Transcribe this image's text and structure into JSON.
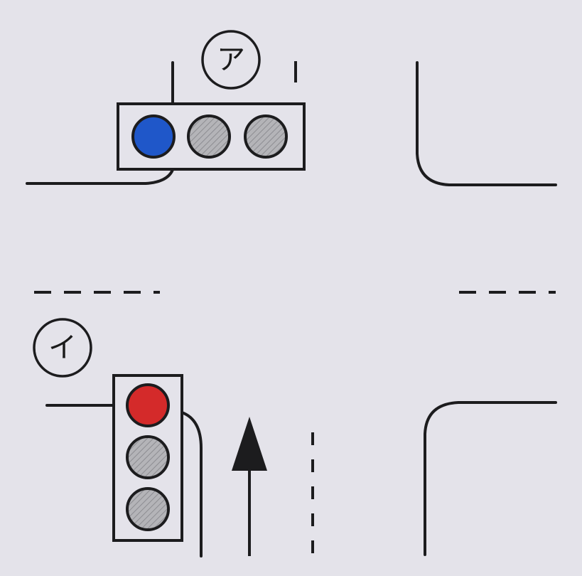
{
  "signals": {
    "a": {
      "label": "ア",
      "orientation": "horizontal",
      "lit": "blue",
      "lamps": [
        "blue",
        "off",
        "off"
      ]
    },
    "i": {
      "label": "イ",
      "orientation": "vertical",
      "lit": "red",
      "lamps": [
        "red",
        "off",
        "off"
      ]
    }
  },
  "direction_arrow": {
    "direction": "up"
  },
  "colors": {
    "background": "#e4e3ea",
    "ink": "#1c1c1e",
    "lamp_blue": "#1f57c9",
    "lamp_red": "#d42a2a",
    "lamp_off": "#a9a9ad"
  }
}
